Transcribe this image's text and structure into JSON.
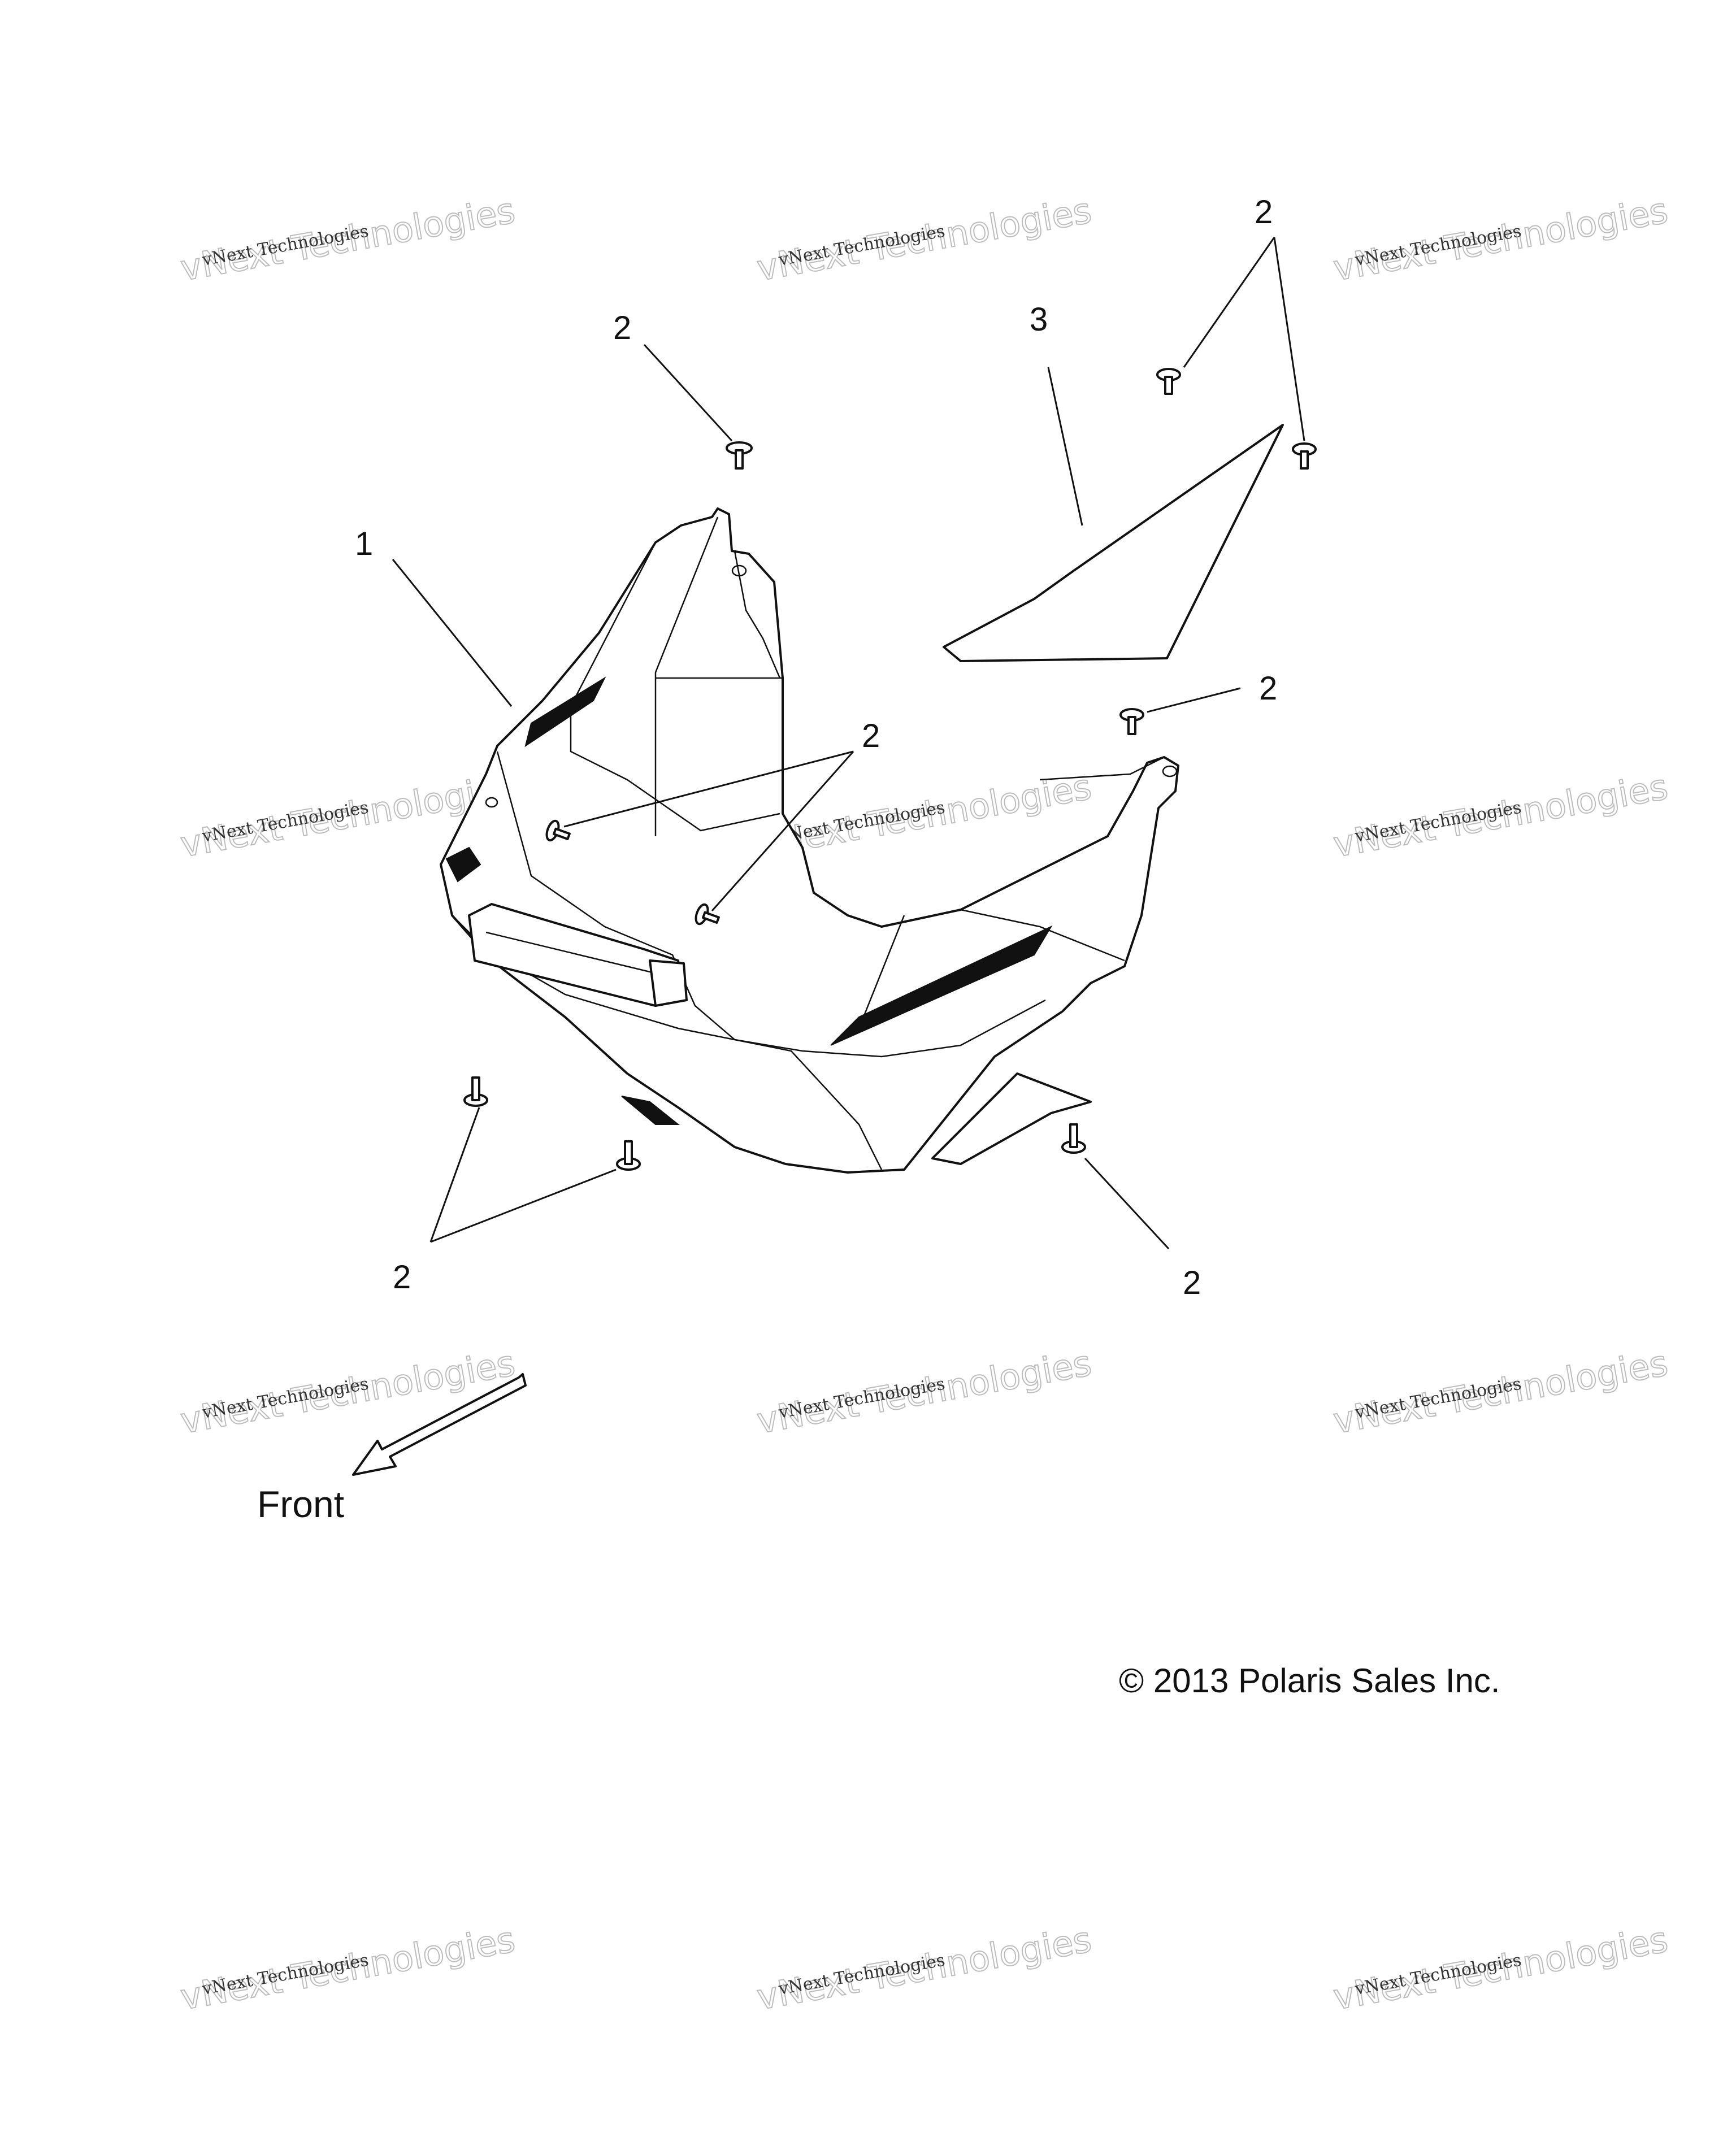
{
  "callouts": {
    "c1": "1",
    "c2_top": "2",
    "c2_topright": "2",
    "c3": "3",
    "c2_right": "2",
    "c2_middle": "2",
    "c2_bottomleft": "2",
    "c2_bottomright": "2"
  },
  "direction_label": "Front",
  "copyright": "© 2013 Polaris Sales Inc.",
  "watermark": {
    "line1": "vNext Technologies",
    "line2": "vNext Technologies"
  }
}
